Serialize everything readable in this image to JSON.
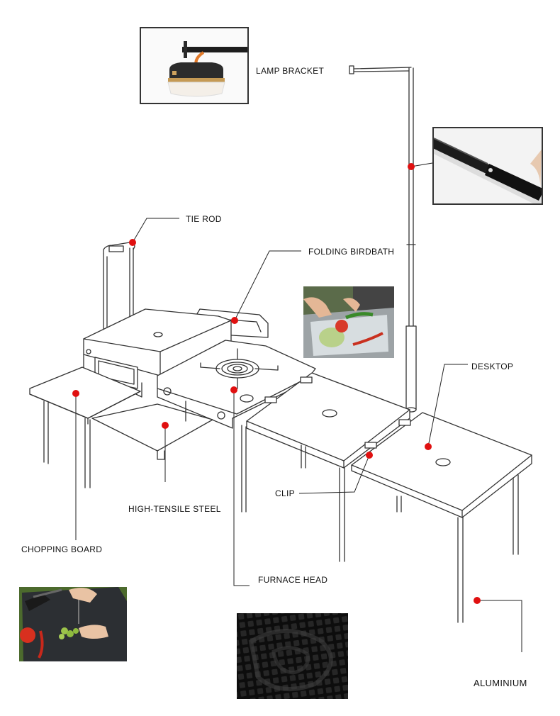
{
  "labels": {
    "lamp_bracket": "LAMP BRACKET",
    "tie_rod": "TIE ROD",
    "folding_birdbath": "FOLDING BIRDBATH",
    "desktop": "DESKTOP",
    "clip": "CLIP",
    "high_tensile_steel": "HIGH-TENSILE STEEL",
    "chopping_board": "CHOPPING BOARD",
    "furnace_head": "FURNACE HEAD",
    "aluminium": "ALUMINIUM"
  },
  "colors": {
    "marker": "#e01010",
    "line": "#222222",
    "outline": "#333333"
  },
  "photos": [
    {
      "name": "lamp-photo",
      "subject": "lantern-hanging-on-bracket"
    },
    {
      "name": "pole-joint-photo",
      "subject": "black-pole-joint"
    },
    {
      "name": "birdbath-photo",
      "subject": "vegetables-in-folding-basin"
    },
    {
      "name": "chopping-board-photo",
      "subject": "cutting-vegetables-on-board"
    },
    {
      "name": "mesh-photo",
      "subject": "black-mesh-texture"
    }
  ]
}
